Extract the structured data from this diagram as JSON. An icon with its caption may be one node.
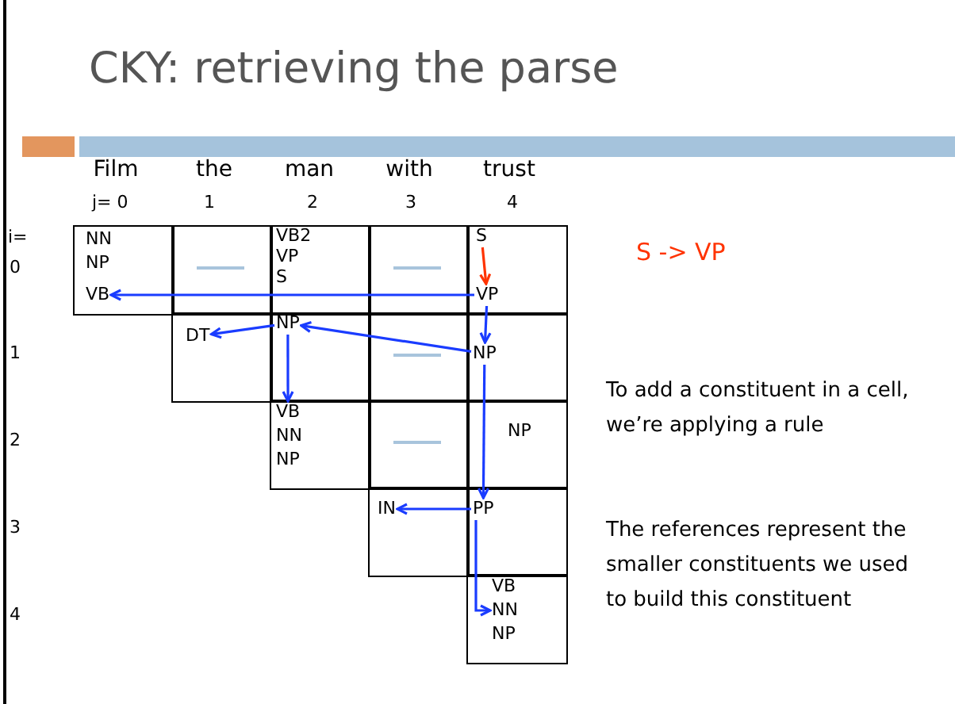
{
  "diagram": {
    "title": "CKY: retrieving the parse",
    "nodes": [
      {
        "text": [
          "NN"
        ]
      },
      {
        "text": [
          "NP"
        ]
      },
      {
        "text": [
          "VB"
        ]
      },
      {
        "text": [
          "VB2"
        ]
      },
      {
        "text": [
          "VP"
        ]
      },
      {
        "text": [
          "S"
        ]
      },
      {
        "text": [
          "S"
        ]
      },
      {
        "text": [
          "VP"
        ]
      },
      {
        "text": [
          "DT"
        ]
      },
      {
        "text": [
          "NP"
        ]
      },
      {
        "text": [
          "NP"
        ]
      },
      {
        "text": [
          "VB"
        ]
      },
      {
        "text": [
          "NN"
        ]
      },
      {
        "text": [
          "NP"
        ]
      },
      {
        "text": [
          "NP"
        ]
      },
      {
        "text": [
          "IN"
        ]
      },
      {
        "text": [
          "PP"
        ]
      },
      {
        "text": [
          "VB"
        ]
      },
      {
        "text": [
          "NN"
        ]
      },
      {
        "text": [
          "NP"
        ]
      }
    ],
    "edges": [
      {
        "from": 7,
        "to": 2,
        "arrow": "to"
      },
      {
        "from": 7,
        "to": 10,
        "arrow": "to"
      },
      {
        "from": 10,
        "to": 9,
        "arrow": "to"
      },
      {
        "from": 9,
        "to": 8,
        "arrow": "to"
      },
      {
        "from": 9,
        "to": 11,
        "arrow": "to"
      },
      {
        "from": 10,
        "to": 16,
        "arrow": "to"
      },
      {
        "from": 16,
        "to": 15,
        "arrow": "to"
      },
      {
        "from": 16,
        "to": 18,
        "arrow": "to"
      },
      {
        "from": 6,
        "to": 7,
        "arrow": "to",
        "color": "#ff3300"
      }
    ],
    "labels": [
      "Film",
      "the",
      "man",
      "with",
      "trust",
      "j= 0",
      "1",
      "2",
      "3",
      "4",
      "i=",
      "0",
      "1",
      "2",
      "3",
      "4",
      "S -> VP",
      "To add a constituent in a cell, we’re applying a rule",
      "The references represent the smaller constituents we used to build this constituent"
    ]
  }
}
